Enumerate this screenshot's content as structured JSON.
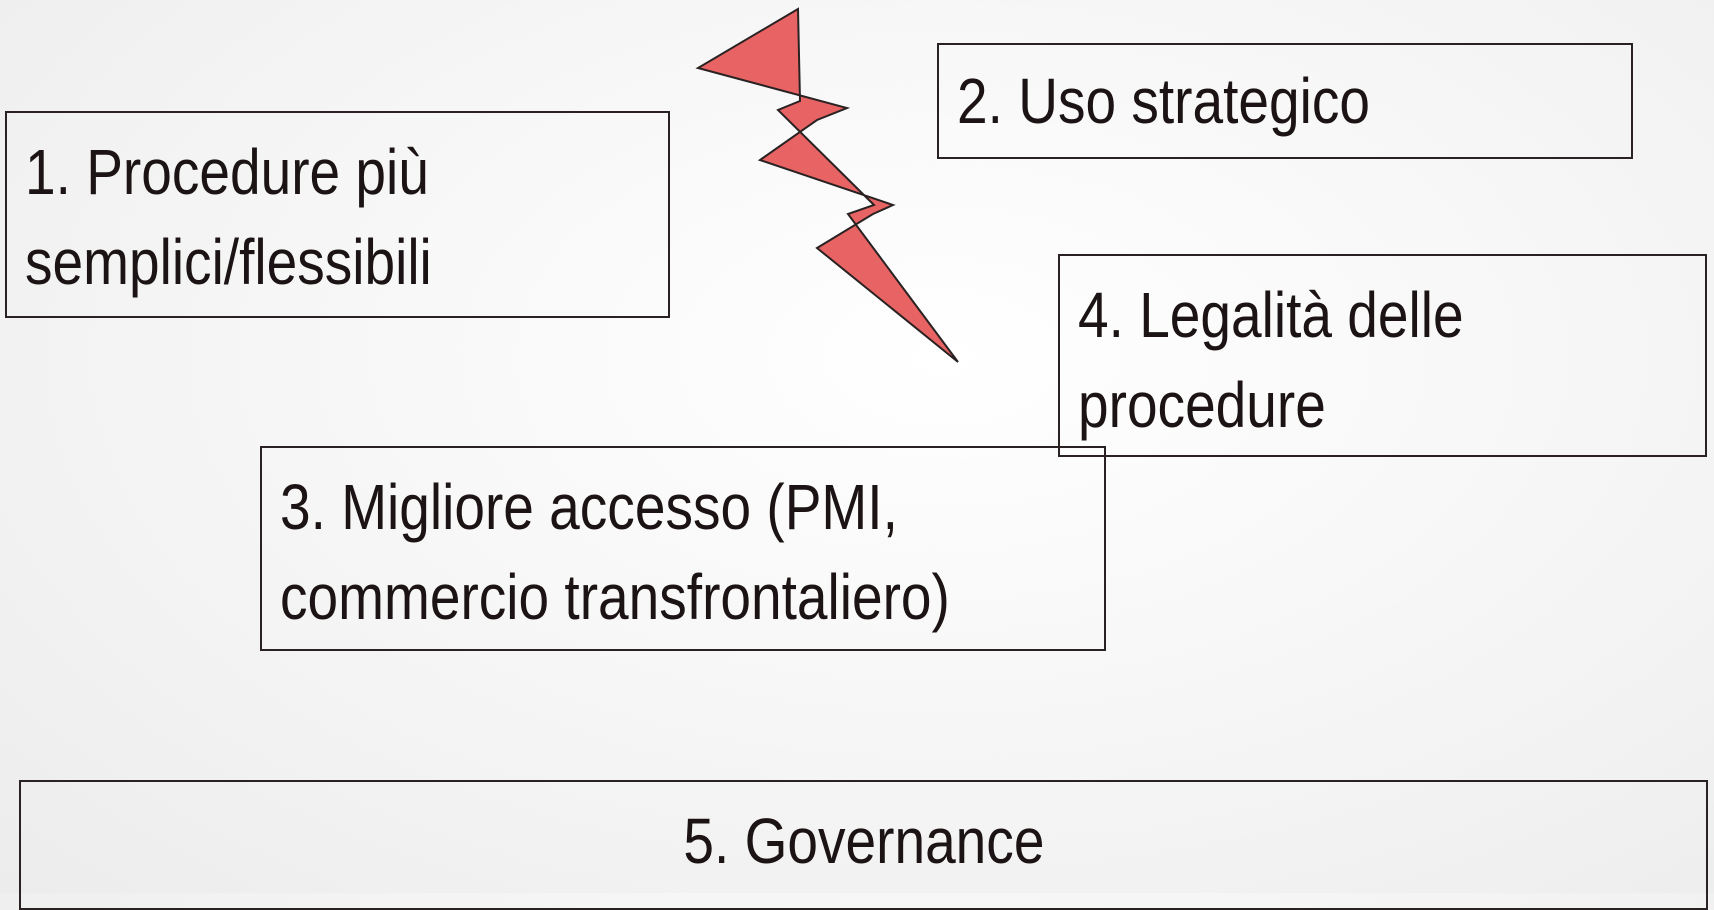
{
  "boxes": {
    "box1": {
      "lines": [
        "1. Procedure più",
        "semplici/flessibili"
      ]
    },
    "box2": {
      "lines": [
        "2. Uso strategico"
      ]
    },
    "box3": {
      "lines": [
        "3. Migliore accesso (PMI,",
        "commercio transfrontaliero)"
      ]
    },
    "box4": {
      "lines": [
        "4. Legalità delle",
        "procedure"
      ]
    },
    "box5": {
      "lines": [
        "5. Governance"
      ]
    }
  },
  "icons": {
    "lightning": {
      "name": "lightning-bolt-icon",
      "color": "#e86464",
      "stroke": "#2a2222"
    }
  },
  "colors": {
    "text": "#1c1414",
    "border": "#2a2222",
    "background": "#f4f4f4"
  }
}
